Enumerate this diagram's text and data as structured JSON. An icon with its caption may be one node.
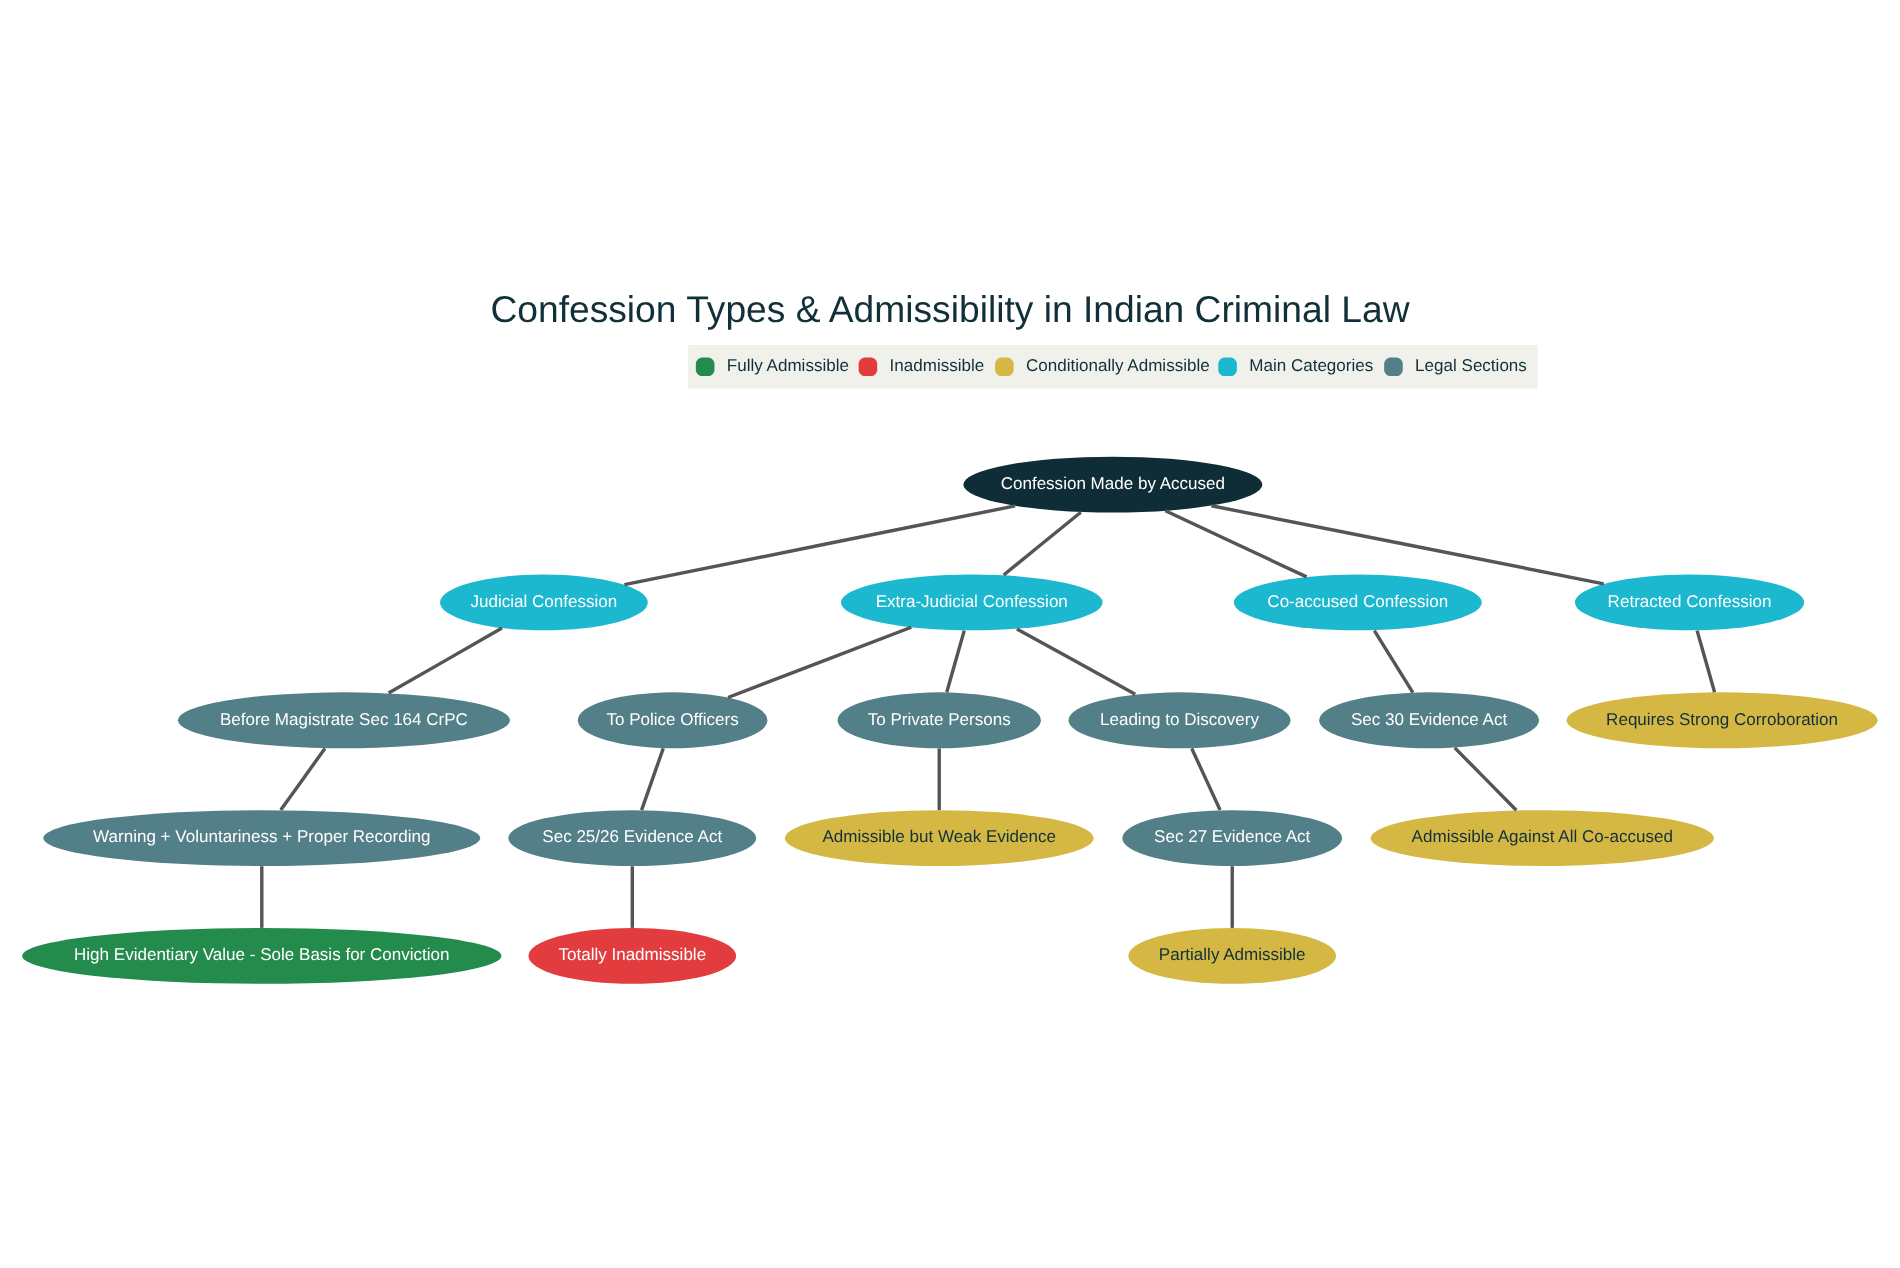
{
  "diagram": {
    "title": "Confession Types & Admissibility in Indian Criminal Law",
    "nodes": [
      {
        "text": [
          "Confession Made by Accused"
        ]
      },
      {
        "text": [
          "Judicial Confession"
        ]
      },
      {
        "text": [
          "Extra-Judicial Confession"
        ]
      },
      {
        "text": [
          "Co-accused Confession"
        ]
      },
      {
        "text": [
          "Retracted Confession"
        ]
      },
      {
        "text": [
          "Before Magistrate Sec 164 CrPC"
        ]
      },
      {
        "text": [
          "To Police Officers"
        ]
      },
      {
        "text": [
          "To Private Persons"
        ]
      },
      {
        "text": [
          "Leading to Discovery"
        ]
      },
      {
        "text": [
          "Sec 30 Evidence Act"
        ]
      },
      {
        "text": [
          "Requires Strong Corroboration"
        ]
      },
      {
        "text": [
          "Warning + Voluntariness + Proper Recording"
        ]
      },
      {
        "text": [
          "Sec 25/26 Evidence Act"
        ]
      },
      {
        "text": [
          "Admissible but Weak Evidence"
        ]
      },
      {
        "text": [
          "Sec 27 Evidence Act"
        ]
      },
      {
        "text": [
          "Admissible Against All Co-accused"
        ]
      },
      {
        "text": [
          "High Evidentiary Value - Sole Basis for Conviction"
        ]
      },
      {
        "text": [
          "Totally Inadmissible"
        ]
      },
      {
        "text": [
          "Partially Admissible"
        ]
      }
    ],
    "edges": [
      {
        "from": 0,
        "to": 1,
        "arrow": "none"
      },
      {
        "from": 0,
        "to": 2,
        "arrow": "none"
      },
      {
        "from": 0,
        "to": 3,
        "arrow": "none"
      },
      {
        "from": 0,
        "to": 4,
        "arrow": "none"
      },
      {
        "from": 1,
        "to": 5,
        "arrow": "none"
      },
      {
        "from": 2,
        "to": 6,
        "arrow": "none"
      },
      {
        "from": 2,
        "to": 7,
        "arrow": "none"
      },
      {
        "from": 2,
        "to": 8,
        "arrow": "none"
      },
      {
        "from": 3,
        "to": 9,
        "arrow": "none"
      },
      {
        "from": 4,
        "to": 10,
        "arrow": "none"
      },
      {
        "from": 5,
        "to": 11,
        "arrow": "none"
      },
      {
        "from": 6,
        "to": 12,
        "arrow": "none"
      },
      {
        "from": 7,
        "to": 13,
        "arrow": "none"
      },
      {
        "from": 8,
        "to": 14,
        "arrow": "none"
      },
      {
        "from": 9,
        "to": 15,
        "arrow": "none"
      },
      {
        "from": 11,
        "to": 16,
        "arrow": "none"
      },
      {
        "from": 12,
        "to": 17,
        "arrow": "none"
      },
      {
        "from": 14,
        "to": 18,
        "arrow": "none"
      }
    ],
    "legend": [
      {
        "text": "Fully Admissible",
        "color": "#238b4c"
      },
      {
        "text": "Inadmissible",
        "color": "#e23c3f"
      },
      {
        "text": "Conditionally Admissible",
        "color": "#d5b843"
      },
      {
        "text": "Main Categories",
        "color": "#1cb8cf"
      },
      {
        "text": "Legal Sections",
        "color": "#537f88"
      }
    ]
  }
}
